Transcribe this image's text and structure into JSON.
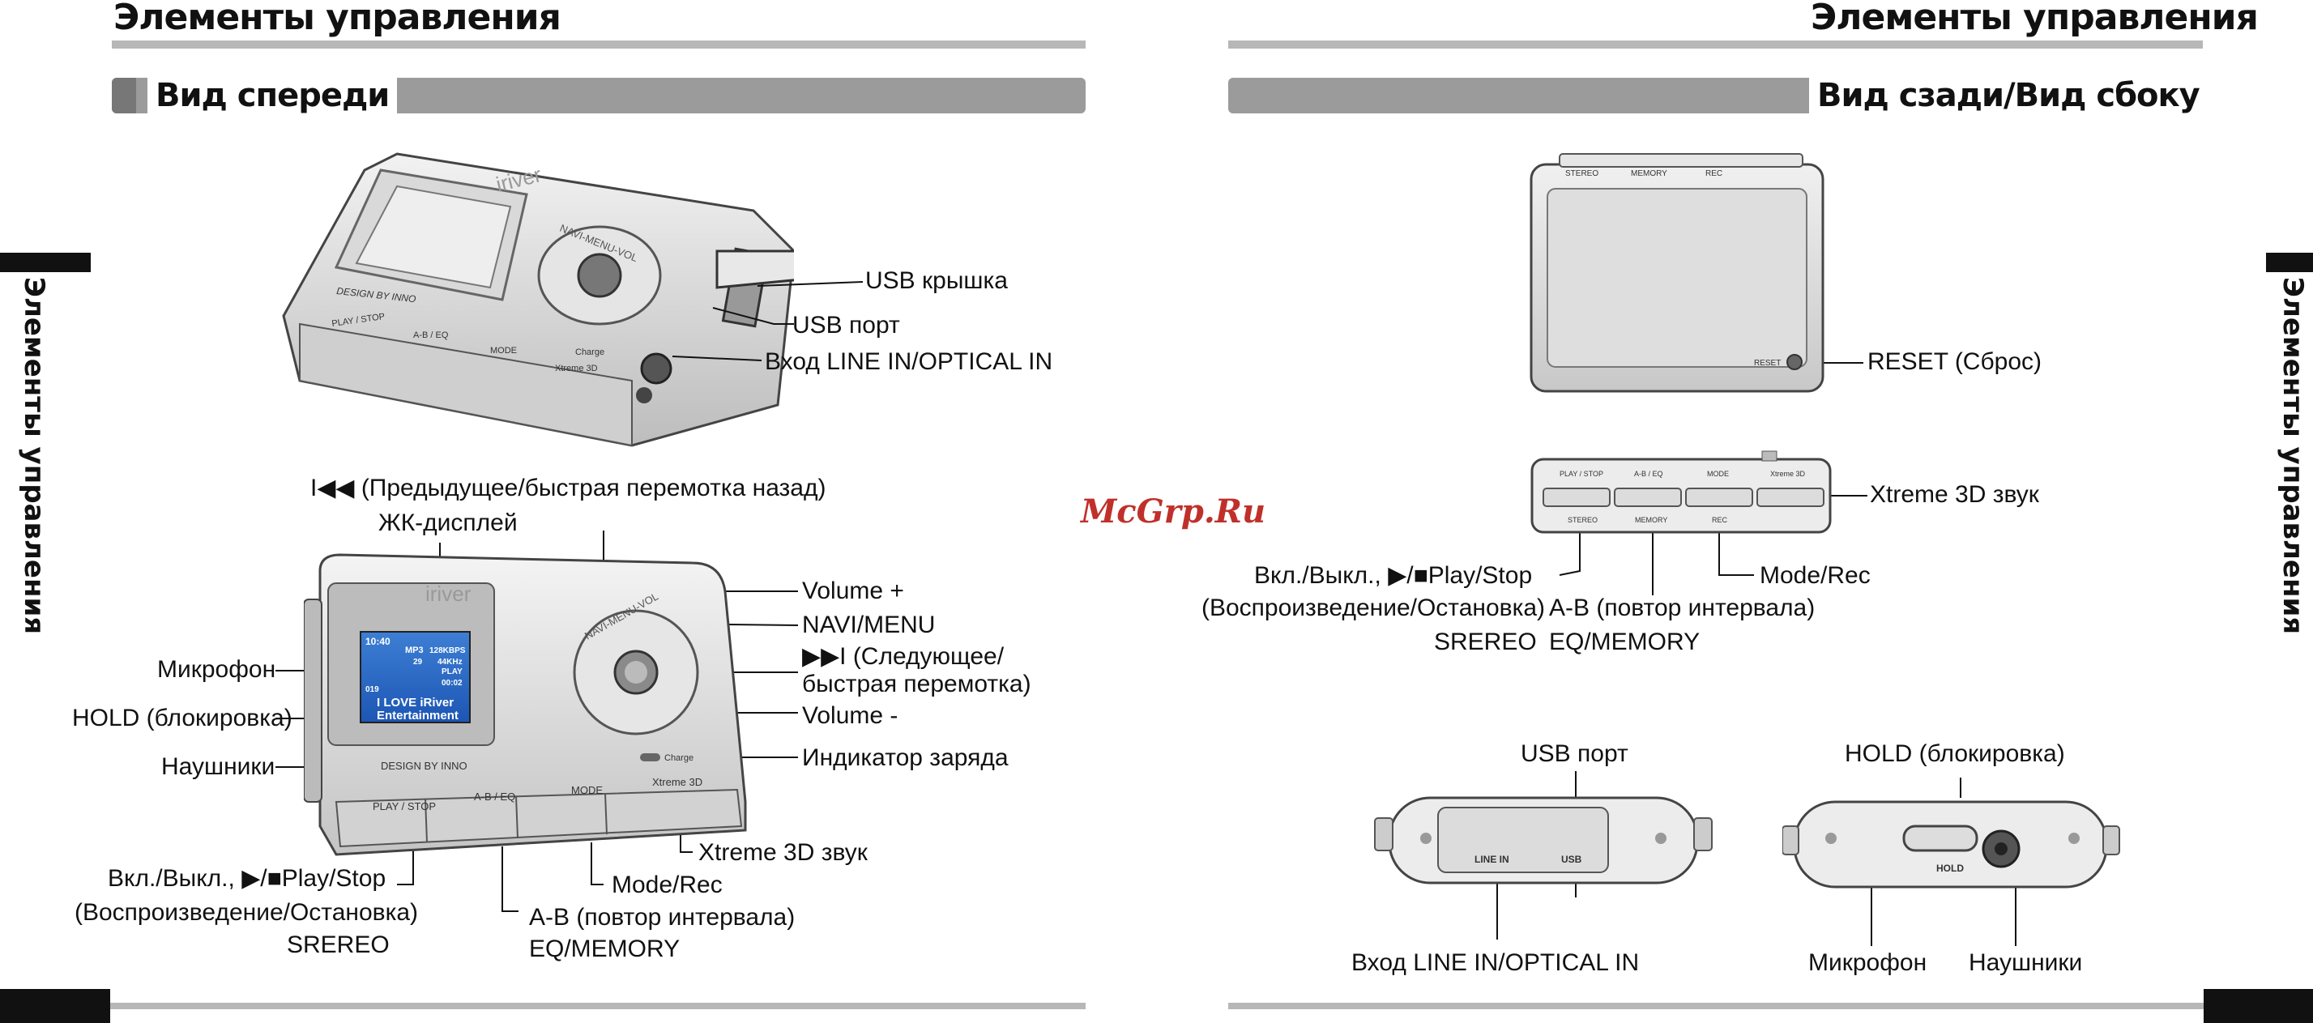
{
  "page": {
    "left_title": "Элементы управления",
    "right_title": "Элементы управления",
    "left_section": "Вид спереди",
    "right_section": "Вид сзади/Вид сбоку",
    "side_tab_left": "Элементы управления",
    "side_tab_right": "Элементы управления",
    "watermark": "McGrp.Ru"
  },
  "front_top_device": {
    "brand": "iriver",
    "navi": "NAVI-MENU-VOL",
    "design": "DESIGN BY INNO",
    "buttons": [
      "PLAY / STOP",
      "A-B / EQ",
      "MODE",
      "Xtreme 3D"
    ],
    "charge": "Charge",
    "callouts": {
      "usb_cover": "USB крышка",
      "usb_port": "USB порт",
      "line_in": "Вход LINE IN/OPTICAL IN"
    }
  },
  "front_main_device": {
    "brand": "iriver",
    "navi": "NAVI-MENU-VOL",
    "design": "DESIGN BY INNO",
    "charge": "Charge",
    "buttons": [
      "PLAY / STOP",
      "A-B / EQ",
      "MODE",
      "Xtreme 3D"
    ],
    "lcd": {
      "time": "10:40",
      "format": "MP3",
      "bitrate": "128KBPS",
      "volume": "29",
      "freq": "44KHz",
      "state": "PLAY",
      "track": "019",
      "track_time": "00:02",
      "line1": "I LOVE iRiver",
      "line2": "Entertainment"
    },
    "callouts": {
      "prev": "I◀◀ (Предыдущее/быстрая перемотка назад)",
      "lcd": "ЖК-дисплей",
      "mic": "Микрофон",
      "hold": "HOLD (блокировка)",
      "phones": "Наушники",
      "vol_plus": "Volume +",
      "navi_menu": "NAVI/MENU",
      "next_1": "▶▶I (Следующее/",
      "next_2": "быстрая перемотка)",
      "vol_minus": "Volume -",
      "charge_ind": "Индикатор заряда",
      "play_1": "Вкл./Выкл., ▶/■Play/Stop",
      "play_2": "(Воспроизведение/Остановка)",
      "play_3": "SREREO",
      "ab_1": "A-B (повтор интервала)",
      "ab_2": "EQ/MEMORY",
      "mode": "Mode/Rec",
      "xtreme": "Xtreme 3D звук"
    }
  },
  "rear_device": {
    "labels": [
      "STEREO",
      "MEMORY",
      "REC"
    ],
    "reset_small": "RESET",
    "reset": "RESET (Сброс)"
  },
  "top_edge_device": {
    "top_labels": [
      "PLAY / STOP",
      "A-B / EQ",
      "MODE",
      "Xtreme 3D"
    ],
    "bottom_labels": [
      "STEREO",
      "MEMORY",
      "REC"
    ],
    "xtreme": "Xtreme 3D звук",
    "play_1": "Вкл./Выкл., ▶/■Play/Stop",
    "play_2": "(Воспроизведение/Остановка)",
    "play_3": "SREREO",
    "ab_1": "A-B (повтор интервала)",
    "ab_2": "EQ/MEMORY",
    "mode": "Mode/Rec"
  },
  "side_left_device": {
    "line_in_small": "LINE IN",
    "usb_small": "USB",
    "usb_port": "USB порт",
    "line_in": "Вход LINE IN/OPTICAL IN"
  },
  "side_right_device": {
    "hold_small": "HOLD",
    "hold": "HOLD (блокировка)",
    "mic": "Микрофон",
    "phones": "Наушники"
  }
}
